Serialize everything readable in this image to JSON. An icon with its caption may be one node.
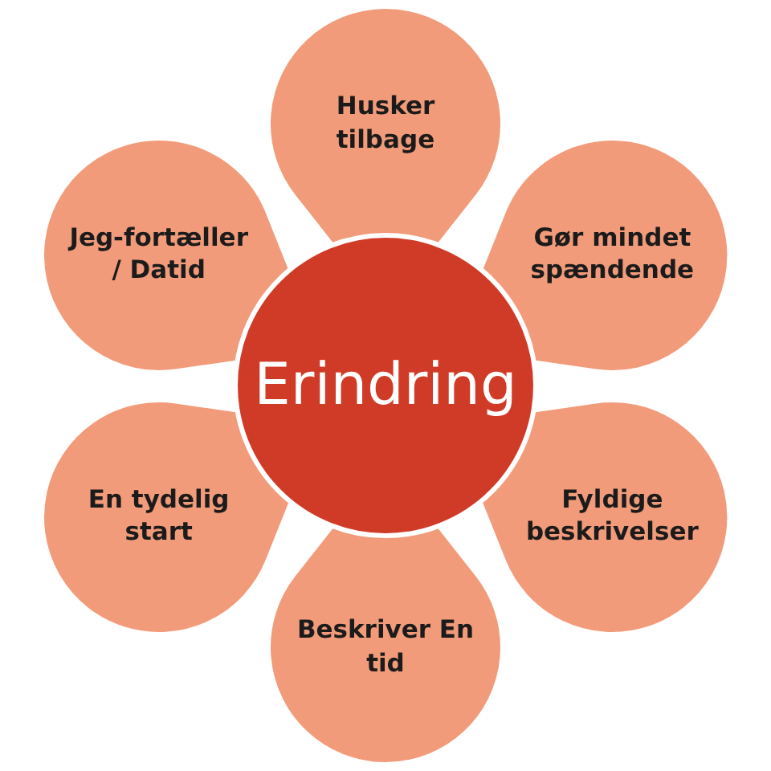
{
  "diagram": {
    "nodes": [
      {
        "text": [
          "Erindring"
        ]
      },
      {
        "text": [
          "Husker tilbage"
        ]
      },
      {
        "text": [
          "Gør mindet spændende"
        ]
      },
      {
        "text": [
          "Fyldige beskrivelser"
        ]
      },
      {
        "text": [
          "Beskriver En tid"
        ]
      },
      {
        "text": [
          "En tydelig start"
        ]
      },
      {
        "text": [
          "Jeg-fortæller / Datid"
        ]
      }
    ]
  }
}
